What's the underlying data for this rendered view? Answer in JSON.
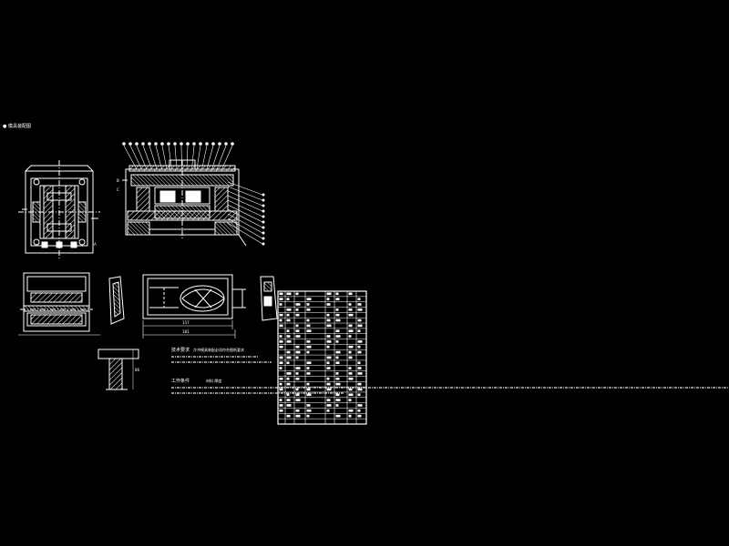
{
  "header": {
    "label": "● 模具装配图",
    "color": "#ffffff"
  },
  "dimensions": {
    "width_a": "157",
    "width_b": "181",
    "side_dim": "86"
  },
  "technical_requirements": {
    "heading_1": "技术要求",
    "subline_1": "冷冲模具装配必须符合图纸要求",
    "heading_2": "工作条件",
    "subline_2": "材料 厚度"
  },
  "parts_table": {
    "rows": 25,
    "columns": 8
  },
  "colors": {
    "background": "#000000",
    "line": "#ffffff"
  }
}
